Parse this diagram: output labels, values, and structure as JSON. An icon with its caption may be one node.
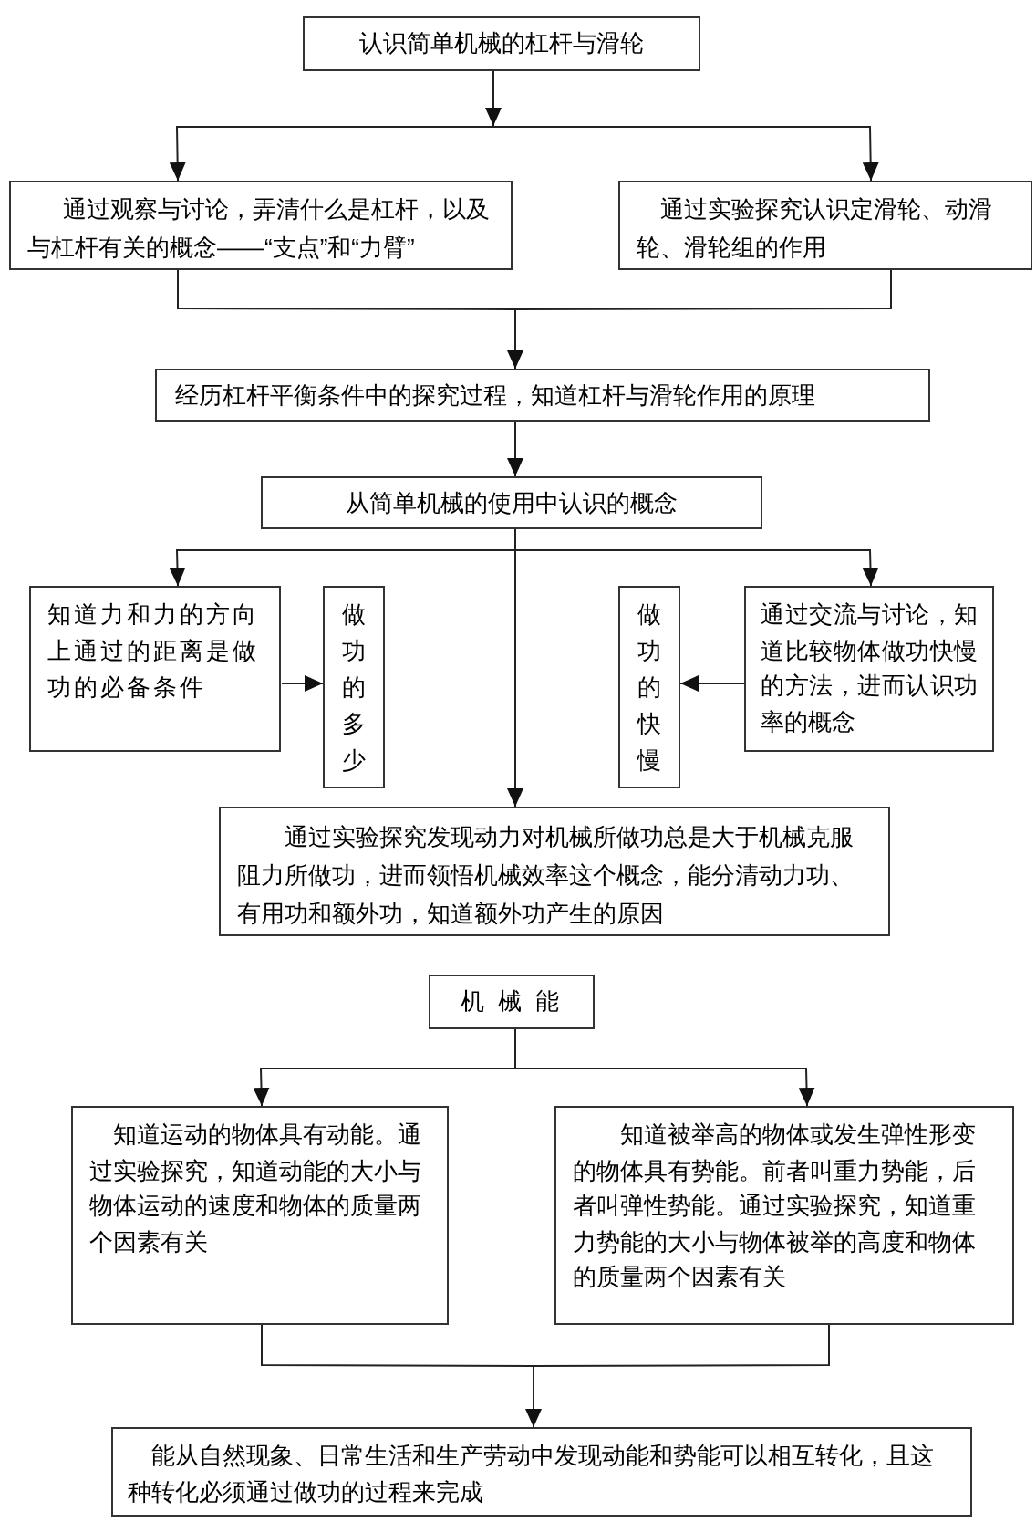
{
  "diagram": {
    "nodes": [
      {
        "text": [
          "认识简单机械的杠杆与滑轮"
        ]
      },
      {
        "text": [
          "通过观察与讨论，弄清什么是杠杆，以及与杠杆有关的概念——“支点”和“力臂”"
        ]
      },
      {
        "text": [
          "通过实验探究认识定滑轮、动滑轮、滑轮组的作用"
        ]
      },
      {
        "text": [
          "经历杠杆平衡条件中的探究过程，知道杠杆与滑轮作用的原理"
        ]
      },
      {
        "text": [
          "从简单机械的使用中认识的概念"
        ]
      },
      {
        "text": [
          "知道力和力的方向上通过的距离是做功的必备条件"
        ]
      },
      {
        "text": [
          "做功的多少"
        ]
      },
      {
        "text": [
          "做功的快慢"
        ]
      },
      {
        "text": [
          "通过交流与讨论，知道比较物体做功快慢的方法，进而认识功率的概念"
        ]
      },
      {
        "text": [
          "通过实验探究发现动力对机械所做功总是大于机械克服阻力所做功，进而领悟机械效率这个概念，能分清动力功、有用功和额外功，知道额外功产生的原因"
        ]
      },
      {
        "text": [
          "机 械 能"
        ]
      },
      {
        "text": [
          "知道运动的物体具有动能。通过实验探究，知道动能的大小与物体运动的速度和物体的质量两个因素有关"
        ]
      },
      {
        "text": [
          "知道被举高的物体或发生弹性形变的物体具有势能。前者叫重力势能，后者叫弹性势能。通过实验探究，知道重力势能的大小与物体被举的高度和物体的质量两个因素有关"
        ]
      },
      {
        "text": [
          "能从自然现象、日常生活和生产劳动中发现动能和势能可以相互转化，且这种转化必须通过做功的过程来完成"
        ]
      }
    ],
    "edges": [
      {
        "from": 0,
        "to": 1,
        "arrow": "to"
      },
      {
        "from": 0,
        "to": 2,
        "arrow": "to"
      },
      {
        "from": 1,
        "to": 3,
        "arrow": "to"
      },
      {
        "from": 2,
        "to": 3,
        "arrow": "to"
      },
      {
        "from": 3,
        "to": 4,
        "arrow": "to"
      },
      {
        "from": 4,
        "to": 5,
        "arrow": "to"
      },
      {
        "from": 4,
        "to": 8,
        "arrow": "to"
      },
      {
        "from": 4,
        "to": 9,
        "arrow": "to"
      },
      {
        "from": 5,
        "to": 6,
        "arrow": "to"
      },
      {
        "from": 8,
        "to": 7,
        "arrow": "to"
      },
      {
        "from": 10,
        "to": 11,
        "arrow": "to"
      },
      {
        "from": 10,
        "to": 12,
        "arrow": "to"
      },
      {
        "from": 11,
        "to": 13,
        "arrow": "to"
      },
      {
        "from": 12,
        "to": 13,
        "arrow": "to"
      }
    ]
  }
}
